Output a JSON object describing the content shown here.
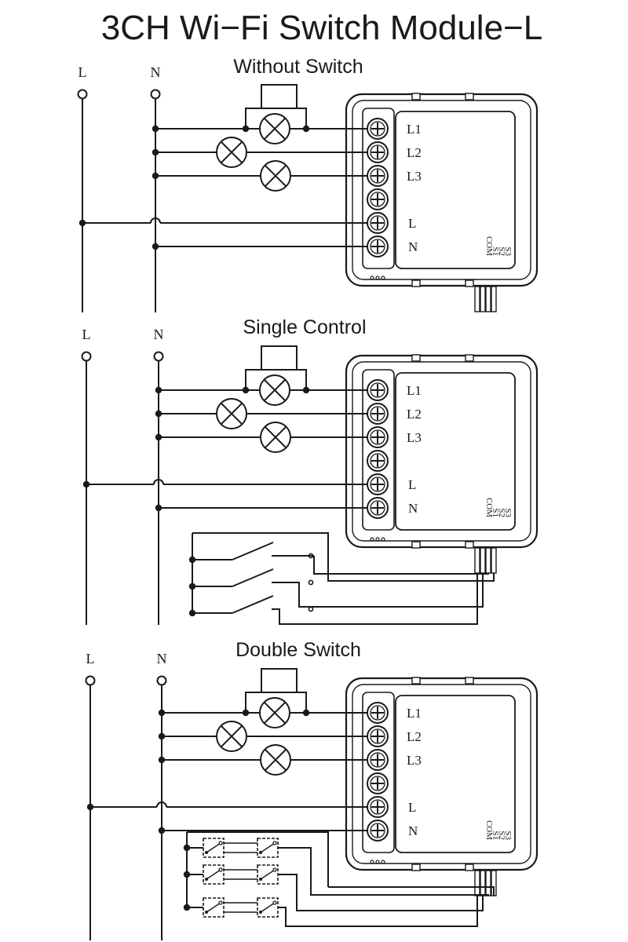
{
  "title": "3CH Wi−Fi Switch Module−L",
  "bus_labels": {
    "line": "L",
    "neutral": "N"
  },
  "terminals": [
    "L1",
    "L2",
    "L3",
    "",
    "L",
    "N"
  ],
  "switch_inputs": [
    "S3",
    "S2",
    "S1",
    "COM"
  ],
  "sections": [
    {
      "title": "Without Switch",
      "switch_type": "none"
    },
    {
      "title": "Single Control",
      "switch_type": "single"
    },
    {
      "title": "Double Switch",
      "switch_type": "double"
    }
  ]
}
